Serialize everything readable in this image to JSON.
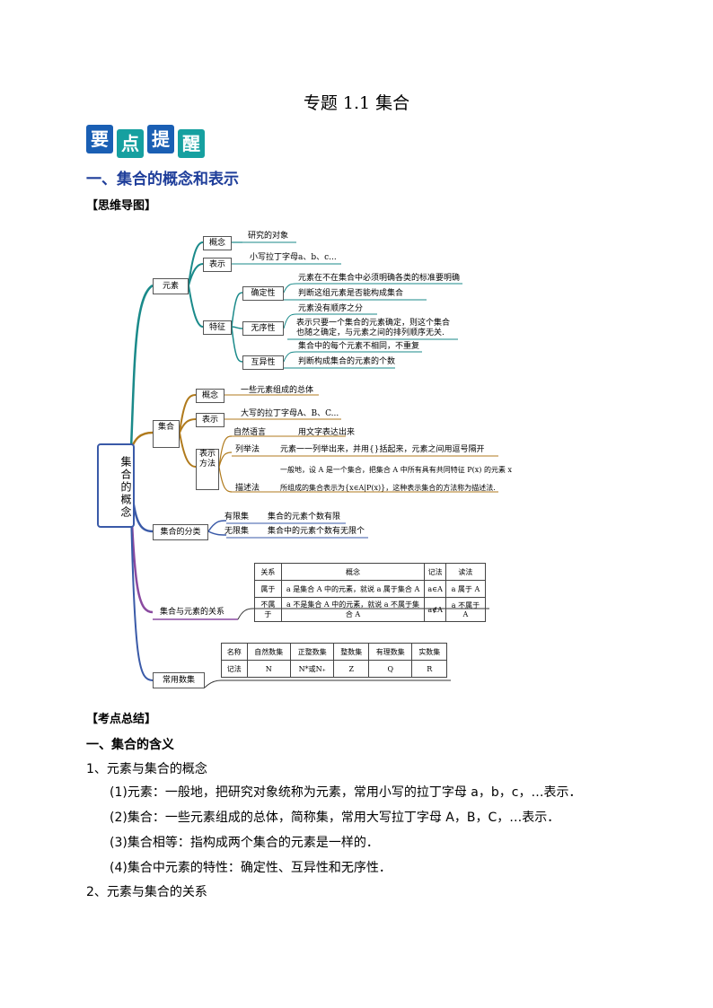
{
  "title": "专题 1.1  集合",
  "badges": [
    "要",
    "点",
    "提",
    "醒"
  ],
  "section_heading": "一、集合的概念和表示",
  "mindmap_label": "【思维导图】",
  "mindmap": {
    "root": "集合的概念",
    "element": {
      "label": "元素",
      "concept": {
        "label": "概念",
        "text": "研究的对象"
      },
      "notation": {
        "label": "表示",
        "text": "小写拉丁字母a、b、c..."
      },
      "features": {
        "label": "特征",
        "determinate": {
          "label": "确定性",
          "texts": [
            "元素在不在集合中必须明确各类的标准要明确",
            "判断这组元素是否能构成集合"
          ]
        },
        "unordered": {
          "label": "无序性",
          "texts": [
            "元素没有顺序之分",
            "表示只要一个集合的元素确定，则这个集合",
            "也随之确定，与元素之间的排列顺序无关."
          ]
        },
        "distinct": {
          "label": "互异性",
          "texts": [
            "集合中的每个元素不相同，不重复",
            "判断构成集合的元素的个数"
          ]
        }
      }
    },
    "set": {
      "label": "集合",
      "concept": {
        "label": "概念",
        "text": "一些元素组成的总体"
      },
      "notation": {
        "label": "表示",
        "text": "大写的拉丁字母A、B、C..."
      },
      "methods": {
        "label": "表示方法",
        "natural": {
          "label": "自然语言",
          "text": "用文字表达出来"
        },
        "listing": {
          "label": "列举法",
          "text": "元素一一列举出来，并用{}括起来，元素之间用逗号隔开"
        },
        "description": {
          "label": "描述法",
          "texts": [
            "一般地，设 A 是一个集合，把集合 A 中所有具有共同特征 P(x) 的元素 x",
            "所组成的集合表示为{x∈A|P(x)}，这种表示集合的方法称为描述法."
          ]
        }
      }
    },
    "classification": {
      "label": "集合的分类",
      "finite": {
        "label": "有限集",
        "text": "集合的元素个数有限"
      },
      "infinite": {
        "label": "无限集",
        "text": "集合中的元素个数有无限个"
      }
    },
    "relation": {
      "label": "集合与元素的关系",
      "table": {
        "headers": [
          "关系",
          "概念",
          "记法",
          "读法"
        ],
        "rows": [
          [
            "属于",
            "a 是集合 A 中的元素，就说 a 属于集合 A",
            "a∈A",
            "a 属于 A"
          ],
          [
            "不属于",
            "a 不是集合 A 中的元素，就说 a 不属于集合 A",
            "a∉A",
            "a 不属于 A"
          ]
        ]
      }
    },
    "common_sets": {
      "label": "常用数集",
      "table": {
        "headers": [
          "名称",
          "自然数集",
          "正整数集",
          "整数集",
          "有理数集",
          "实数集"
        ],
        "row": [
          "记法",
          "N",
          "N*或N₊",
          "Z",
          "Q",
          "R"
        ]
      }
    }
  },
  "summary_label": "【考点总结】",
  "summary": {
    "h1": "一、集合的含义",
    "h2": "1、元素与集合的概念",
    "items": [
      "(1)元素：一般地，把研究对象统称为元素，常用小写的拉丁字母 a，b，c，…表示．",
      "(2)集合：一些元素组成的总体，简称集，常用大写拉丁字母 A，B，C，…表示．",
      "(3)集合相等：指构成两个集合的元素是一样的．",
      "(4)集合中元素的特性：确定性、互异性和无序性．"
    ],
    "h3": "2、元素与集合的关系"
  },
  "colors": {
    "teal": "#1a8a8a",
    "brown": "#b07a1c",
    "blue": "#3a5aa8",
    "purple": "#8a4aa0",
    "heading": "#1f3e9a",
    "badge_blue": "#1a5fb4",
    "badge_teal": "#16a0a0"
  }
}
